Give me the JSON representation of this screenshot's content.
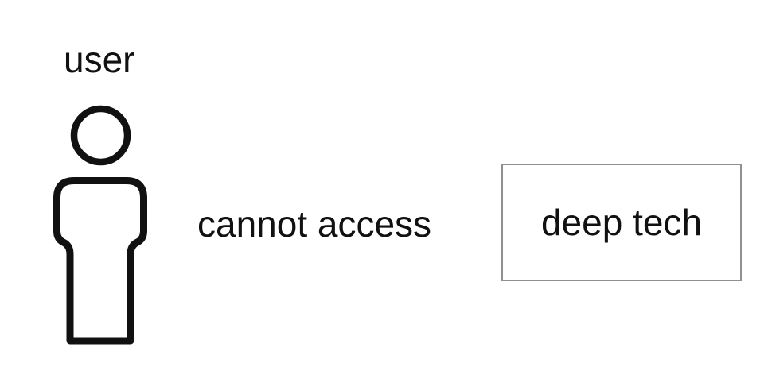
{
  "diagram": {
    "user_label": "user",
    "relation_label": "cannot access",
    "target_box_label": "deep tech",
    "icons": {
      "person_icon": "person-icon"
    },
    "colors": {
      "background": "#ffffff",
      "text": "#111111",
      "icon_stroke": "#111111",
      "target_box_border": "#909090",
      "target_box_fill": "#ffffff"
    }
  }
}
